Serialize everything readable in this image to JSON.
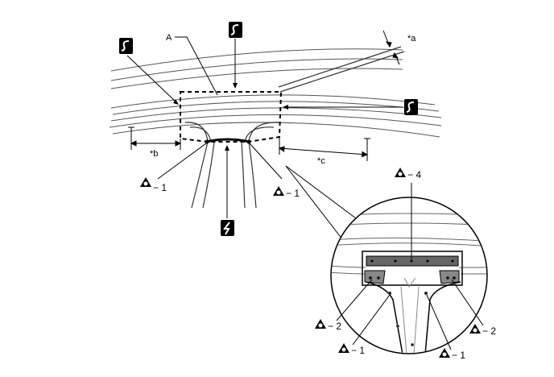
{
  "labels": {
    "part_a": "A",
    "dim_a": "*a",
    "dim_b": "*b",
    "dim_c": "*c"
  },
  "callouts": {
    "left_weld": "− 1",
    "right_weld": "− 1",
    "detail_top": "− 4",
    "detail_left_2": "− 2",
    "detail_left_1": "− 1",
    "detail_right_2": "− 2",
    "detail_right_1": "− 1"
  },
  "symbols": {
    "top_box": "cut-line-symbol",
    "top_left_box": "cut-line-symbol",
    "right_box": "cut-line-symbol",
    "bottom_box": "weld-bolt-symbol",
    "weld_marker": "spot-weld-triangle-icon"
  }
}
